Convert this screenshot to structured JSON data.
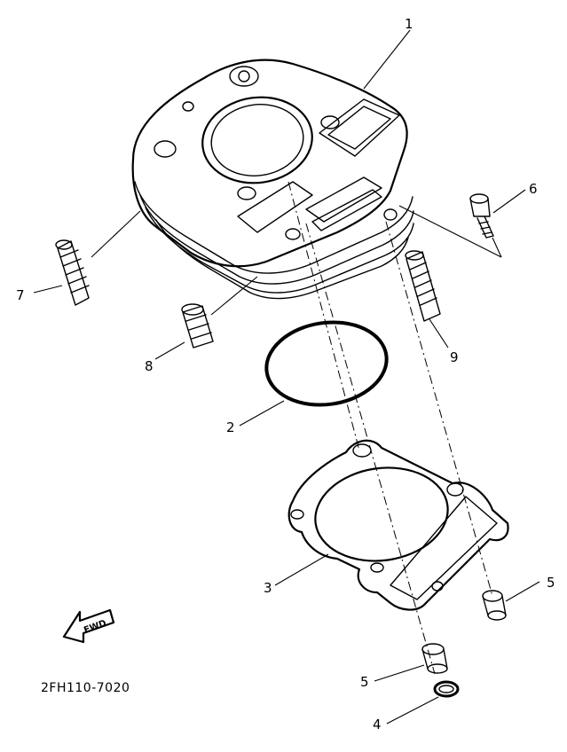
{
  "diagram": {
    "code": "2FH110-7020",
    "fwd_marker": "FWD",
    "labels": {
      "1": "1",
      "2": "2",
      "3": "3",
      "4": "4",
      "5a": "5",
      "5b": "5",
      "6": "6",
      "7": "7",
      "8": "8",
      "9": "9"
    }
  }
}
